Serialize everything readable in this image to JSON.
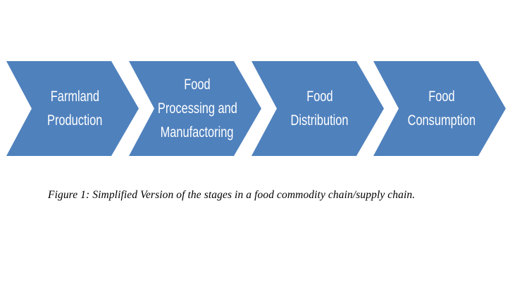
{
  "diagram": {
    "type": "process-chevron-flow",
    "fill_color": "#4F81BD",
    "text_color": "#FFFFFF",
    "stages": [
      {
        "lines": [
          "Farmland",
          "Production"
        ]
      },
      {
        "lines": [
          "Food",
          "Processing and",
          "Manufactoring"
        ]
      },
      {
        "lines": [
          "Food",
          "Distribution"
        ]
      },
      {
        "lines": [
          "Food",
          "Consumption"
        ]
      }
    ]
  },
  "caption": {
    "text": "Figure 1: Simplified Version of the stages in a food commodity chain/supply chain."
  }
}
